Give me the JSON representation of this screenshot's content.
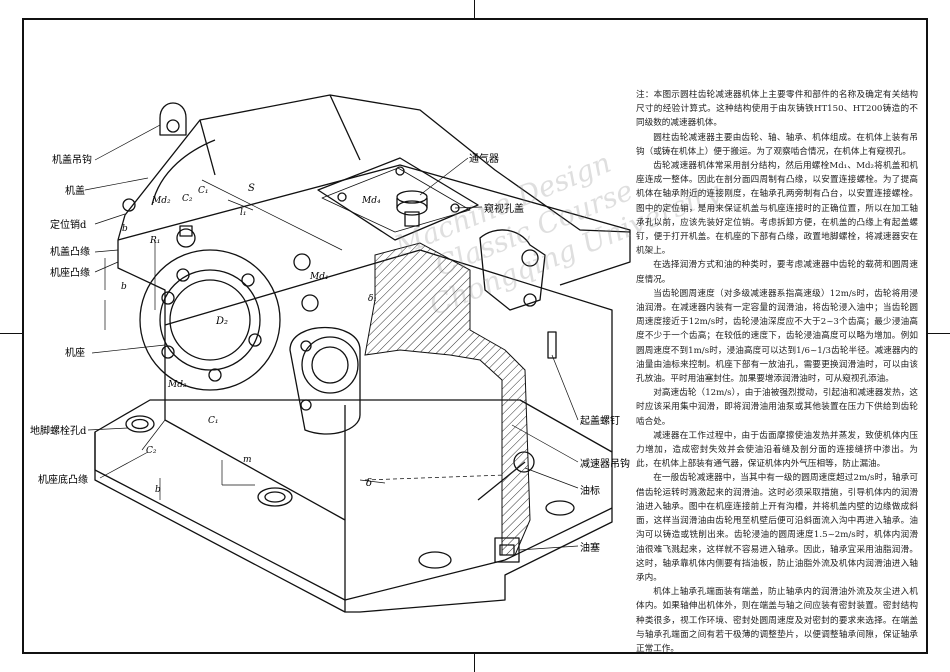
{
  "labels": {
    "cover_hook": "机盖吊钩",
    "cover": "机盖",
    "dowel": "定位销d",
    "cover_flange": "机盖凸缘",
    "base_flange": "机座凸缘",
    "base": "机座",
    "anchor_hole": "地脚螺栓孔d",
    "base_bottom_flange": "机座底凸缘",
    "vent": "通气器",
    "inspection_cover": "窥视孔盖",
    "jack_screw": "起盖螺钉",
    "base_hook": "减速器吊钩",
    "dipstick": "油标",
    "drain_plug": "油塞"
  },
  "dims": {
    "S": "S",
    "md2": "Md₂",
    "c2": "C₂",
    "c1": "C₁",
    "r1": "R₁",
    "b1": "b",
    "l1": "l₁",
    "md4": "Md₄",
    "md1": "Md₁",
    "d3": "δ₁",
    "D2": "D₂",
    "md3": "Md₃",
    "c1b": "C₁",
    "c2b": "C₂",
    "m": "m",
    "delta": "δ",
    "b2": "b",
    "b3": "b"
  },
  "watermark": [
    "Machine Design",
    "Classic Course",
    "Chongqing University"
  ],
  "notes": [
    "注：本图示圆柱齿轮减速器机体上主要零件和部件的名称及确定有关结构尺寸的经验计算式。这种结构使用于由灰铸铁HT150、HT200铸造的不同级数的减速器机体。",
    "圆柱齿轮减速器主要由齿轮、轴、轴承、机体组成。在机体上装有吊钩（或铸在机体上）便于搬运。为了观察啮合情况，在机体上有窥视孔。",
    "齿轮减速器机体常采用剖分结构，然后用螺栓Md₁、Md₂将机盖和机座连成一整体。因此在剖分面四周制有凸缘，以安置连接螺栓。为了提高机体在轴承附近的连接刚度，在轴承孔两旁制有凸台，以安置连接螺栓。图中的定位销，是用来保证机盖与机座连接时的正确位置，所以在加工轴承孔以前，应该先装好定位销。考虑拆卸方便，在机盖的凸缘上有起盖螺钉，便于打开机盖。在机座的下部有凸缘，政置地脚螺栓，将减速器安在机架上。",
    "在选择润滑方式和油的种类时，要考虑减速器中齿轮的载荷和圆周速度情况。",
    "当齿轮圆周速度（对多级减速器系指高速级）12m/s时，齿轮将用浸油润滑。在减速器内装有一定容量的润滑油，将齿轮浸入油中；当齿轮圆周速度接近于12m/s时，齿轮浸油深度应不大于2~3个齿高；最少浸油高度不少于一个齿高；在较低的速度下，齿轮浸油高度可以略为增加。例如圆周速度不到1m/s时，浸油高度可以达到1/6~1/3齿轮半径。减速器内的油量由油标来控制。机座下部有一放油孔，需要更换润滑油时，可以由该孔放油。平时用油塞封住。加果要增添润滑油时，可从窥视孔添油。",
    "对高速齿轮（12m/s），由于油被强烈搅动，引起油和减速器发热，这时应该采用集中润滑，即将润滑油用油泵或其他装置在压力下供给到齿轮啮合处。",
    "减速器在工作过程中，由于齿面摩擦使油发热并蒸发，致使机体内压力增加，造成密封失效并会使油沿着缝及剖分面的连接缝挤中渗出。为此，在机体上部装有通气器，保证机体内外气压相等，防止漏油。",
    "在一般齿轮减速器中，当其中有一级的圆周速度超过2m/s时，轴承可借齿轮运转时溅激起来的润滑油。这时必须采取措施，引导机体内的润滑油进入轴承。图中在机座连接前上开有沟槽，并将机盖内壁的边缘做成斜面，这样当润滑油由齿轮甩至机壁后便可沿斜面流入沟中再进入轴承。油沟可以铸造或铣削出来。齿轮浸油的圆周速度1.5~2m/s时，机体内润滑油很难飞溅起来，这样就不容易进入轴承。因此，轴承宜采用油脂润滑。这时，轴承靠机体内侧要有挡油板，防止油脂外流及机体内润滑油进入轴承内。",
    "机体上轴承孔端面装有端盖，防止轴承内的润滑油外流及灰尘进入机体内。如果轴伸出机体外，则在端盖与轴之间应装有密封装置。密封结构种类很多，视工作环境、密封处圆周速度及对密封的要求来选择。在端盖与轴承孔端面之间有若干极薄的调整垫片，以便调整轴承间隙，保证轴承正常工作。"
  ]
}
